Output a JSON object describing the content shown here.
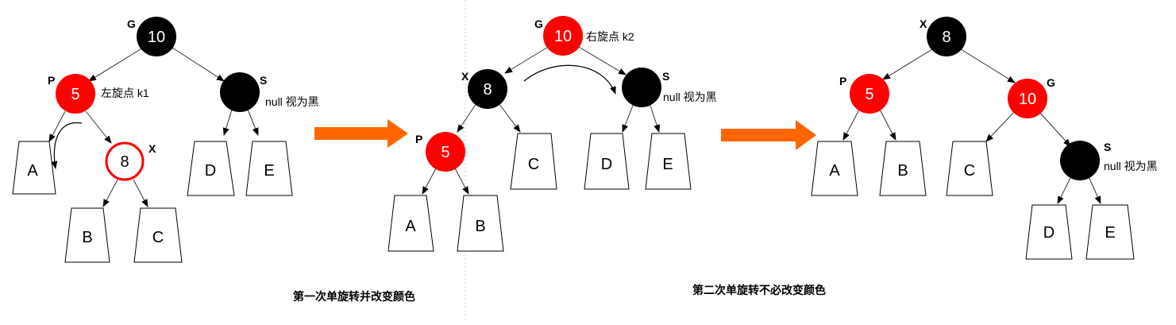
{
  "colors": {
    "red": "#ff0000",
    "black": "#000000",
    "arrow": "#ff6600",
    "leaf_fill": "#ffffff",
    "divider": "#cccccc"
  },
  "step1": {
    "nodes": {
      "g": {
        "label": "G",
        "value": "10"
      },
      "p": {
        "label": "P",
        "value": "5",
        "note": "左旋点 k1"
      },
      "s": {
        "label": "S",
        "note": "null 视为黑"
      },
      "x": {
        "label": "X",
        "value": "8"
      }
    },
    "leaves": {
      "a": "A",
      "b": "B",
      "c": "C",
      "d": "D",
      "e": "E"
    },
    "caption": "第一次单旋转并改变颜色"
  },
  "step2": {
    "nodes": {
      "g": {
        "label": "G",
        "value": "10",
        "note": "右旋点 k2"
      },
      "x": {
        "label": "X",
        "value": "8"
      },
      "s": {
        "label": "S",
        "note": "null 视为黑"
      },
      "p": {
        "label": "P",
        "value": "5"
      }
    },
    "leaves": {
      "a": "A",
      "b": "B",
      "c": "C",
      "d": "D",
      "e": "E"
    },
    "caption": "第二次单旋转不必改变颜色"
  },
  "step3": {
    "nodes": {
      "x": {
        "label": "X",
        "value": "8"
      },
      "p": {
        "label": "P",
        "value": "5"
      },
      "g": {
        "label": "G",
        "value": "10"
      },
      "s": {
        "label": "S",
        "note": "null 视为黑"
      }
    },
    "leaves": {
      "a": "A",
      "b": "B",
      "c": "C",
      "d": "D",
      "e": "E"
    }
  }
}
